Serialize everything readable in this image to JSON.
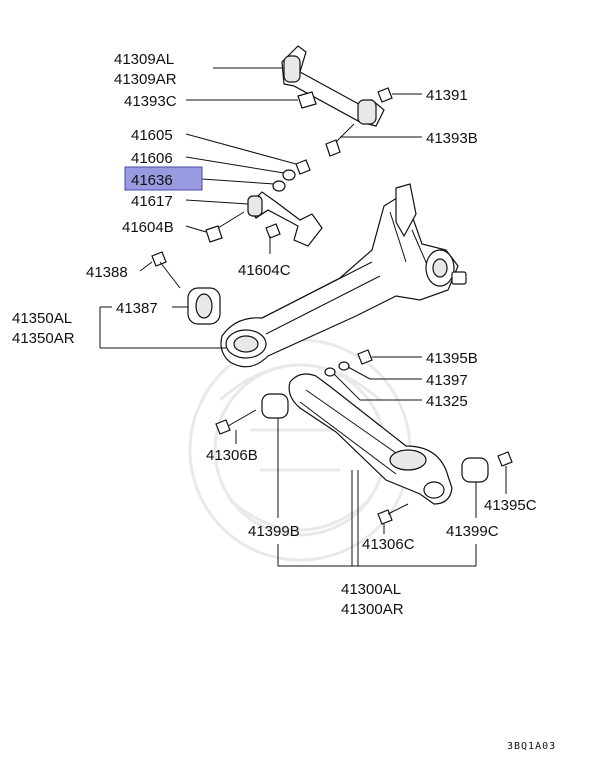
{
  "labels": {
    "p41309al": "41309AL",
    "p41309ar": "41309AR",
    "p41393c": "41393C",
    "p41391": "41391",
    "p41605": "41605",
    "p41393b": "41393B",
    "p41606": "41606",
    "p41636": "41636",
    "p41617": "41617",
    "p41604b": "41604B",
    "p41604c": "41604C",
    "p41388": "41388",
    "p41387": "41387",
    "p41350al": "41350AL",
    "p41350ar": "41350AR",
    "p41395b": "41395B",
    "p41397": "41397",
    "p41325": "41325",
    "p41306b": "41306B",
    "p41395c": "41395C",
    "p41399b": "41399B",
    "p41306c": "41306C",
    "p41399c": "41399C",
    "p41300al": "41300AL",
    "p41300ar": "41300AR"
  },
  "highlighted_part": "41636",
  "highlight_color": "#9a9ae0",
  "diagram_code": "3BQ1A03"
}
